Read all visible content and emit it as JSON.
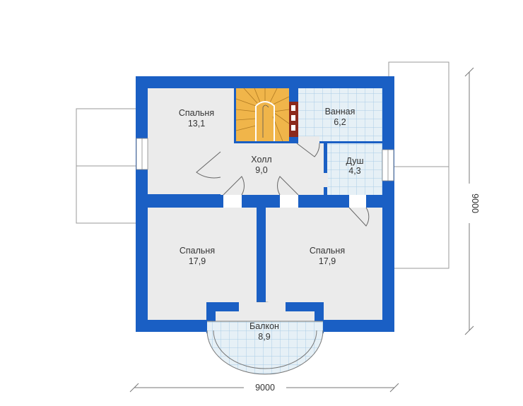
{
  "rooms": [
    {
      "name": "Спальня",
      "area": "13,1"
    },
    {
      "name": "Ванная",
      "area": "6,2"
    },
    {
      "name": "Холл",
      "area": "9,0"
    },
    {
      "name": "Душ",
      "area": "4,3"
    },
    {
      "name": "Спальня",
      "area": "17,9"
    },
    {
      "name": "Спальня",
      "area": "17,9"
    },
    {
      "name": "Балкон",
      "area": "8,9"
    }
  ],
  "dimensions": {
    "width": "9000",
    "height": "9000"
  },
  "colors": {
    "wall": "#1a5fc4",
    "floor": "#ebebeb",
    "tile_grid": "#a9cde6",
    "stairs": "#f0b54a",
    "chimney": "#8c2a1c",
    "line": "#777777"
  }
}
